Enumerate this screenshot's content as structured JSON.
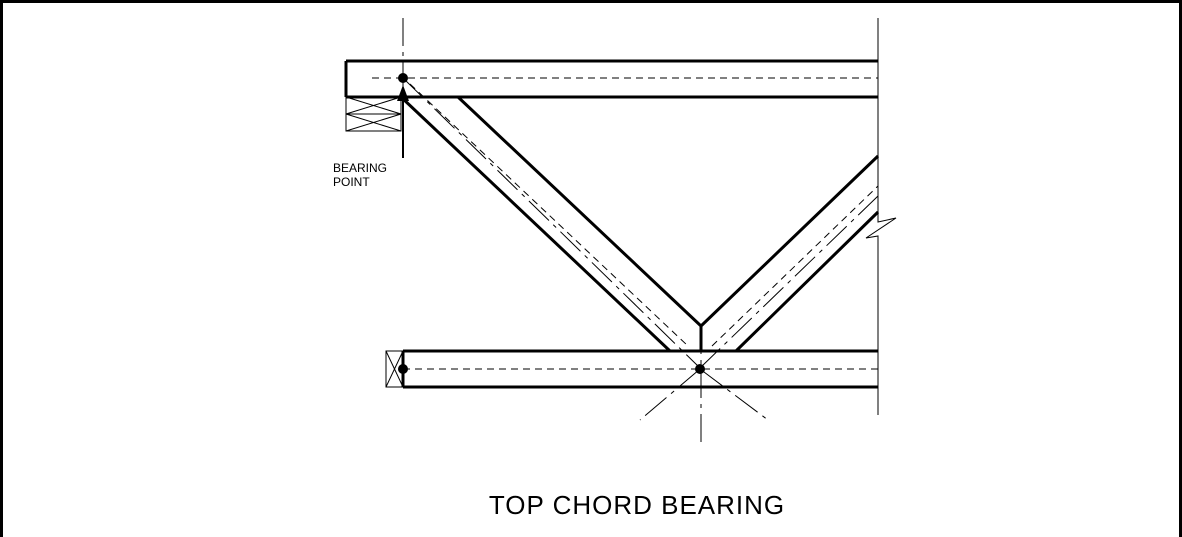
{
  "diagram": {
    "title": "TOP CHORD BEARING",
    "callout": {
      "line1": "BEARING",
      "line2": "POINT"
    },
    "colors": {
      "ink": "#000000",
      "paper": "#ffffff"
    }
  }
}
